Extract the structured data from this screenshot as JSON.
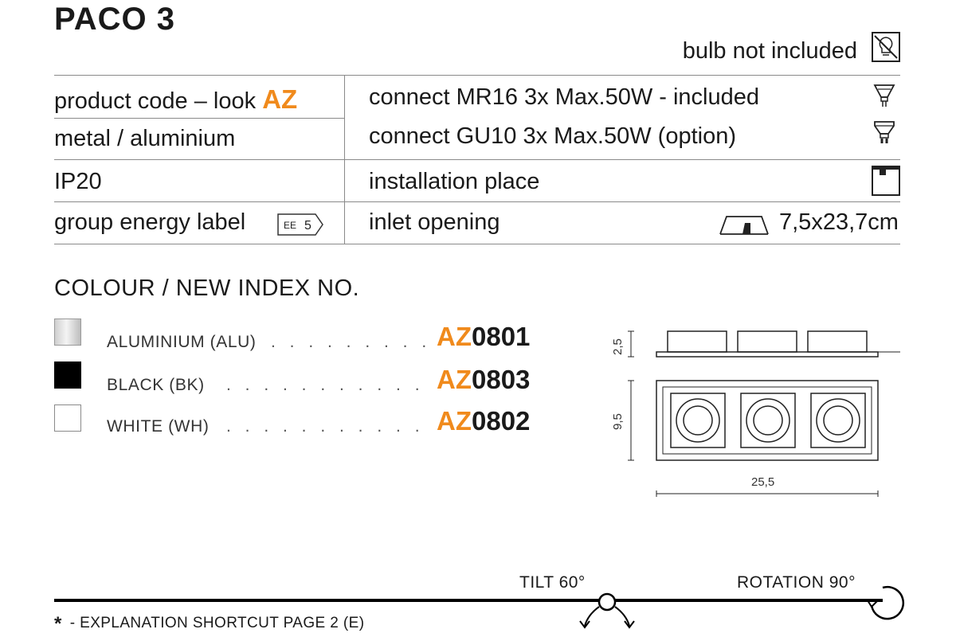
{
  "title": "PACO 3",
  "bulb_note": "bulb not included",
  "specs": {
    "left": {
      "product_code_prefix": "product code – look",
      "product_code_brand": "AZ",
      "material": "metal / aluminium",
      "ip": "IP20",
      "energy_label": "group energy label",
      "energy_badge_prefix": "EE",
      "energy_badge_value": "5"
    },
    "right": {
      "connect_mr16": "connect MR16 3x Max.50W - included",
      "connect_gu10": "connect GU10 3x Max.50W (option)",
      "installation": "installation place",
      "inlet": "inlet opening",
      "inlet_size": "7,5x23,7cm"
    }
  },
  "colour_section": {
    "title": "COLOUR / NEW INDEX NO.",
    "items": [
      {
        "name": "ALUMINIUM (ALU)",
        "dots": ". . . . . . . . . . . .",
        "code_prefix": "AZ",
        "code_number": "0801",
        "swatch": "#d9d9d9"
      },
      {
        "name": "BLACK (BK)",
        "dots": ". . . . . . . . . . . . . .",
        "code_prefix": "AZ",
        "code_number": "0803",
        "swatch": "#000000"
      },
      {
        "name": "WHITE (WH)",
        "dots": ". . . . . . . . . . . . . .",
        "code_prefix": "AZ",
        "code_number": "0802",
        "swatch": "#ffffff"
      }
    ]
  },
  "dimensions": {
    "height": "2,5",
    "depth": "9,5",
    "width": "25,5"
  },
  "features": {
    "tilt": "TILT 60°",
    "rotation": "ROTATION 90°"
  },
  "footer": {
    "star": "*",
    "text": "- EXPLANATION SHORTCUT PAGE 2 (E)"
  },
  "colors": {
    "brand": "#f08a1c",
    "text": "#1a1a1a",
    "rule": "#8a8a8a"
  }
}
